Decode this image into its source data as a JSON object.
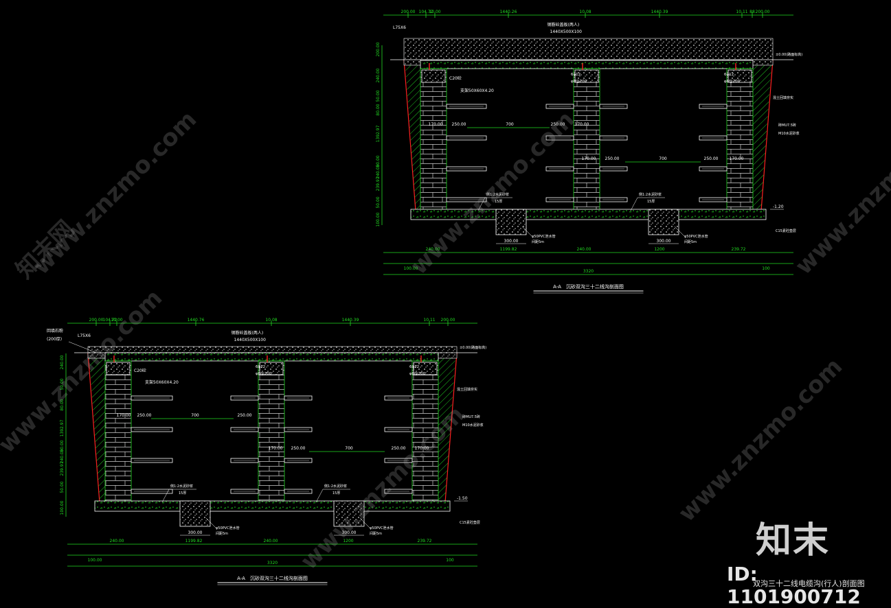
{
  "colors": {
    "bg": "#000000",
    "dim": "#22dd22",
    "line": "#ffffff",
    "edge": "#ff2020",
    "hatch": "#22dd22",
    "wall": "#cfcfcf",
    "wm": "#8a8a8a"
  },
  "top": {
    "title": "A-A　沉砂双沟三十二线沟剖面图",
    "dims_top": [
      "200.00",
      "104.72",
      "10.00",
      "1440.26",
      "10.08",
      "1440.39",
      "10.11",
      "88",
      "200.00"
    ],
    "dims_bottom": [
      "240.00",
      "1199.82",
      "240.00",
      "1200",
      "239.72"
    ],
    "dims_total": [
      "100.00",
      "3320",
      "100"
    ],
    "dims_left": [
      "200.00",
      "240.00",
      "50.00",
      "80.00",
      "1392.97",
      "50.00",
      "240.00",
      "239.97",
      "50.00",
      "100.00"
    ],
    "inner": [
      "170.00",
      "250.00",
      "700",
      "250.00",
      "170.00",
      "170.00",
      "250.00",
      "700",
      "250.00",
      "170.00"
    ],
    "notes": {
      "angle": "L75X6",
      "cover": "钢筋砼盖板(两人)",
      "cover_size": "1440X500X100",
      "rebar": "6φ12",
      "stirrup": "φ8@200",
      "c20": "C20砼",
      "bracket": "支架50X60X4.20",
      "plaster": "侧1:2水泥砂浆",
      "plaster_thk": "15厚",
      "pvc": "φ50PVC泄水管",
      "pvc2": "间距5m",
      "wall": "砖MU7.5砖",
      "mortar": "M10水泥砂浆",
      "fill": "混土回填夯实",
      "c15": "C15素砼垫层",
      "level_top": "±0.00(路面标高)",
      "level_bot": "-1.20",
      "gravel": "300.00"
    }
  },
  "bottom": {
    "title": "A-A　沉砂双沟三十二线沟剖面图",
    "dims_top": [
      "200.00",
      "104.72",
      "10.00",
      "1440.76",
      "10.08",
      "1440.39",
      "10.11",
      "200.00"
    ],
    "dims_bottom": [
      "240.00",
      "1199.82",
      "240.00",
      "1200",
      "239.72"
    ],
    "dims_total": [
      "100.00",
      "3320",
      "100"
    ],
    "dims_left": [
      "240.00",
      "50.00",
      "80.00",
      "1392.97",
      "50.00",
      "240.00",
      "239.97",
      "50.00",
      "100.00"
    ],
    "notes": {
      "backfill": "回填石粉",
      "backfill_thk": "(200厚)",
      "angle": "L75X6",
      "cover": "钢筋砼盖板(两人)",
      "cover_size": "1440X500X100",
      "rebar": "6φ12",
      "stirrup": "φ8@200",
      "c20": "C20砼",
      "bracket": "支架50X60X4.20",
      "plaster": "侧1:2水泥砂浆",
      "plaster_thk": "15厚",
      "pvc": "φ50PVC泄水管",
      "pvc2": "间距5m",
      "wall": "砖MU7.5砖",
      "mortar": "M10水泥砂浆",
      "fill": "混土回填夯实",
      "c15": "C15素砼垫层",
      "level_top": "±0.00(路面标高)",
      "level_bot": "-1.50",
      "gravel": "300.00"
    }
  },
  "watermark": {
    "site": "www.znzmo.com",
    "brand_small": "知末网"
  },
  "brand": "知末",
  "id_label": "ID: 1101900712",
  "caption": "双沟三十二线电缆沟(行人)剖面图"
}
